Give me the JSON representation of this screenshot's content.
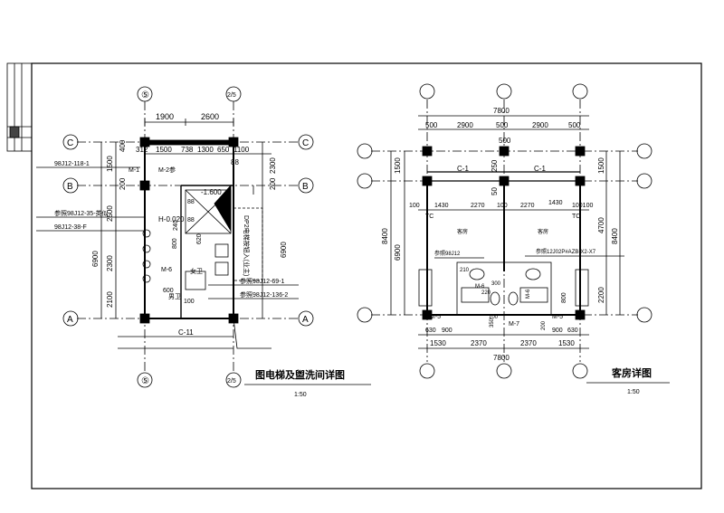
{
  "left_plan": {
    "title": "图电梯及盥洗间详图",
    "scale": "1:50",
    "axes": {
      "five": "⑤",
      "two_five": "2/5",
      "C": "C",
      "B": "B",
      "A": "A"
    },
    "dims_top": [
      "1900",
      "2600"
    ],
    "dims_row2": [
      "1500",
      "738",
      "1300",
      "650",
      "1100"
    ],
    "dim_312": "312",
    "dims_left_outer": [
      "1500",
      "2500",
      "2300",
      "2100"
    ],
    "dims_left_inner": [
      "400",
      "200"
    ],
    "dims_right": [
      "2300",
      "200",
      "6900"
    ],
    "dim_left_total": "6900",
    "dim_88": "88",
    "refs": [
      "98J12-118-1",
      "参照98J12-35-类似",
      "98J12-38-F",
      "参照98J12-69-1",
      "参照98J12-136-2"
    ],
    "doors": [
      "M-1",
      "M-2参",
      "M-6"
    ],
    "elevations": [
      "-1.600",
      "H-0.020"
    ],
    "small_dims": [
      "800",
      "600",
      "100",
      "240",
      "620",
      "88",
      "88"
    ],
    "room_labels": [
      "女卫",
      "男卫"
    ],
    "shaft_label": "DP2电梯按钮入(业主)",
    "window": "C-11"
  },
  "right_plan": {
    "title": "客房详图",
    "scale": "1:50",
    "axes_top_total": "7800",
    "dims_top": [
      "500",
      "2900",
      "500",
      "2900",
      "500"
    ],
    "dim_mid": "500",
    "dims_left": [
      "1500",
      "8400",
      "6900",
      "250",
      "50"
    ],
    "dims_right": [
      "1500",
      "4700",
      "8400",
      "2200",
      "800"
    ],
    "window": [
      "C-1",
      "C-1"
    ],
    "dims_row": [
      "100",
      "1430",
      "2270",
      "100",
      "2270",
      "1430",
      "100100"
    ],
    "rooms": [
      "客房",
      "客房"
    ],
    "tc": [
      "TC",
      "TC"
    ],
    "refs": [
      "参照98J12",
      "参照12J02P#AZB-X2-X7"
    ],
    "doors": [
      "M-5",
      "M-6",
      "M-7",
      "M-6",
      "M-5"
    ],
    "small_dims": [
      "210",
      "300",
      "220",
      "350",
      "200",
      "100"
    ],
    "dims_bottom1": [
      "630",
      "900",
      "900",
      "630"
    ],
    "dims_bottom2": [
      "1530",
      "2370",
      "2370",
      "1530"
    ],
    "axes_bottom_total": "7800"
  }
}
